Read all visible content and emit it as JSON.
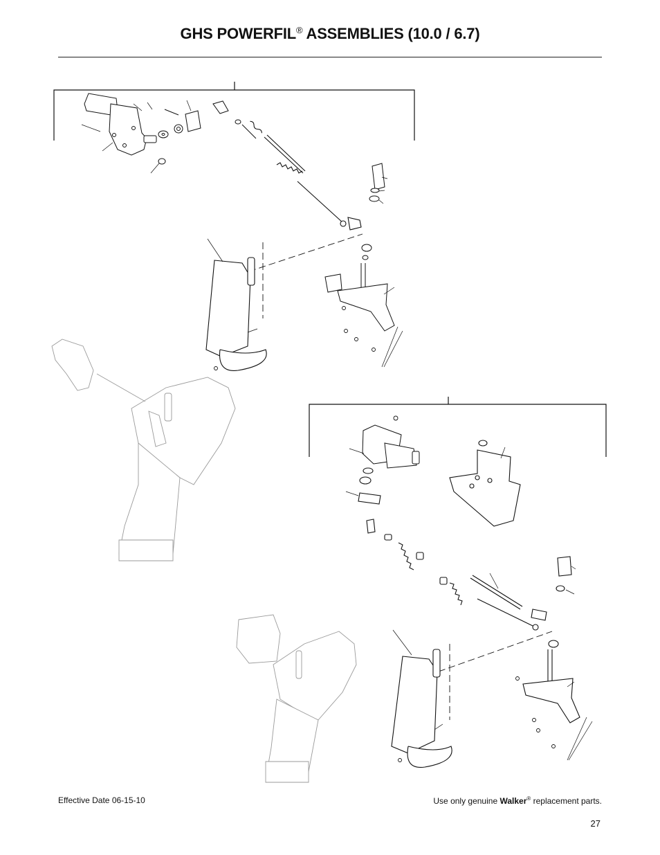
{
  "title": {
    "main": "GHS POWERFIL",
    "reg": "®",
    "rest": " ASSEMBLIES (10.0 / 6.7)"
  },
  "footer": {
    "effective_date": "Effective Date 06-15-10",
    "notice_prefix": "Use only genuine ",
    "brand": "Walker",
    "brand_reg": "®",
    "notice_suffix": "  replacement parts.",
    "page_number": "27"
  }
}
